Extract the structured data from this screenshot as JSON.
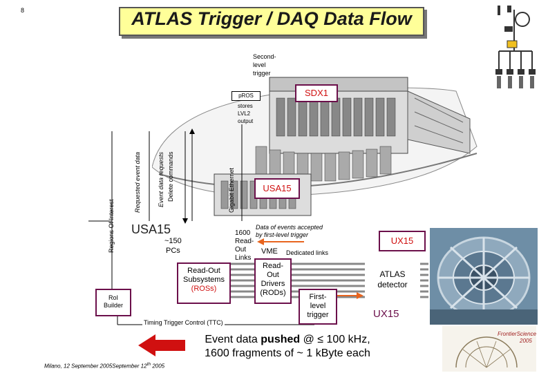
{
  "slide_number": "8",
  "title": "ATLAS Trigger / DAQ Data Flow",
  "labels": {
    "second_level_trigger": [
      "Second-",
      "level",
      "trigger"
    ],
    "sdx1": "SDX1",
    "pros": "pROS",
    "stores_lvl2": [
      "stores",
      "LVL2",
      "output"
    ],
    "gigabit_ethernet": "Gigabit Ethernet",
    "event_data_requests": "Event data requests",
    "delete_commands": "Delete commands",
    "requested_event_data": "Requested event data",
    "regions_of_interest": "Regions Of Interest",
    "usa15_box": "USA15",
    "usa15_label": "USA15",
    "pcs": [
      "~150",
      "PCs"
    ],
    "ros": [
      "Read-Out",
      "Subsystems",
      "(ROSs)"
    ],
    "roi_builder": [
      "RoI",
      "Builder"
    ],
    "readout_links": [
      "1600",
      "Read-",
      "Out",
      "Links"
    ],
    "data_accepted": [
      "Data of events accepted",
      "by first-level trigger"
    ],
    "vme": "VME",
    "dedicated_links": "Dedicated links",
    "rod": [
      "Read-",
      "Out",
      "Drivers",
      "(RODs)"
    ],
    "first_level_trigger": [
      "First-",
      "level",
      "trigger"
    ],
    "ux15_box": "UX15",
    "atlas_detector": [
      "ATLAS",
      "detector"
    ],
    "ux15_label": "UX15",
    "ttc": "Timing Trigger Control (TTC)",
    "footer": "Milano, 12 September 2005September 12",
    "footer_sup": "th",
    "footer_tail": " 2005",
    "logo_text": [
      "FrontierScience",
      "2005"
    ]
  },
  "event_data_line": {
    "prefix": "Event data ",
    "bold": "pushed",
    "suffix": " @ ≤ 100 kHz,",
    "line2": "1600 fragments of ~ 1 kByte each"
  },
  "colors": {
    "title_bg": "#ffff99",
    "box_border": "#6b0f4a",
    "arrow_orange": "#e8641e",
    "arrow_red": "#d01010",
    "link_gray": "#888888"
  }
}
